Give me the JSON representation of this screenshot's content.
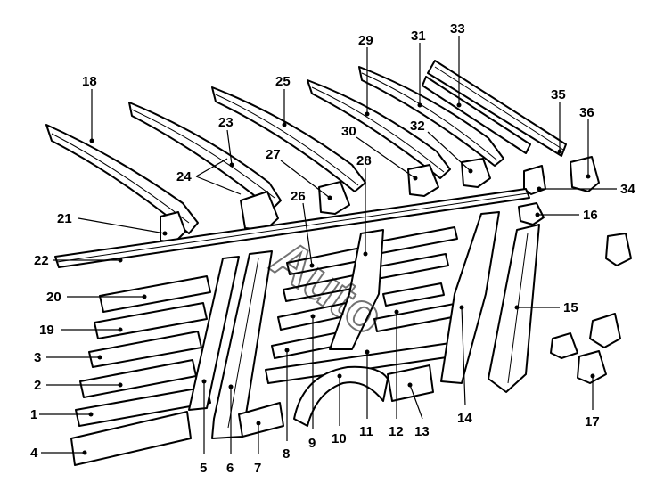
{
  "watermark": "Auto",
  "labels": [
    "1",
    "2",
    "3",
    "4",
    "5",
    "6",
    "7",
    "8",
    "9",
    "10",
    "11",
    "12",
    "13",
    "14",
    "15",
    "16",
    "17",
    "18",
    "19",
    "20",
    "21",
    "22",
    "23",
    "24",
    "25",
    "26",
    "27",
    "28",
    "29",
    "30",
    "31",
    "32",
    "33",
    "34",
    "35",
    "36"
  ]
}
